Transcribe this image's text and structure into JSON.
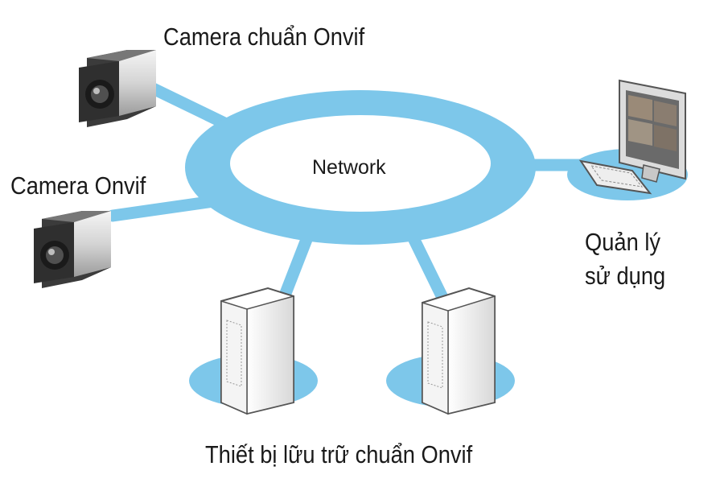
{
  "network": {
    "label": "Network"
  },
  "nodes": {
    "camera_standard": {
      "label": "Camera chuẩn Onvif",
      "icon": "ip-camera-icon"
    },
    "camera": {
      "label": "Camera Onvif",
      "icon": "ip-camera-icon"
    },
    "management": {
      "label_line1": "Quản lý",
      "label_line2": "sử dụng",
      "icon": "computer-workstation-icon"
    },
    "storage": {
      "label": "Thiết bị lữu trữ chuẩn Onvif",
      "icon": "server-icon"
    }
  },
  "colors": {
    "link": "#7dc7ea",
    "hub_fill": "#ffffff",
    "camera_body": "#d9d9d9",
    "camera_front": "#3a3a3a",
    "server": "#f2f2f2"
  }
}
